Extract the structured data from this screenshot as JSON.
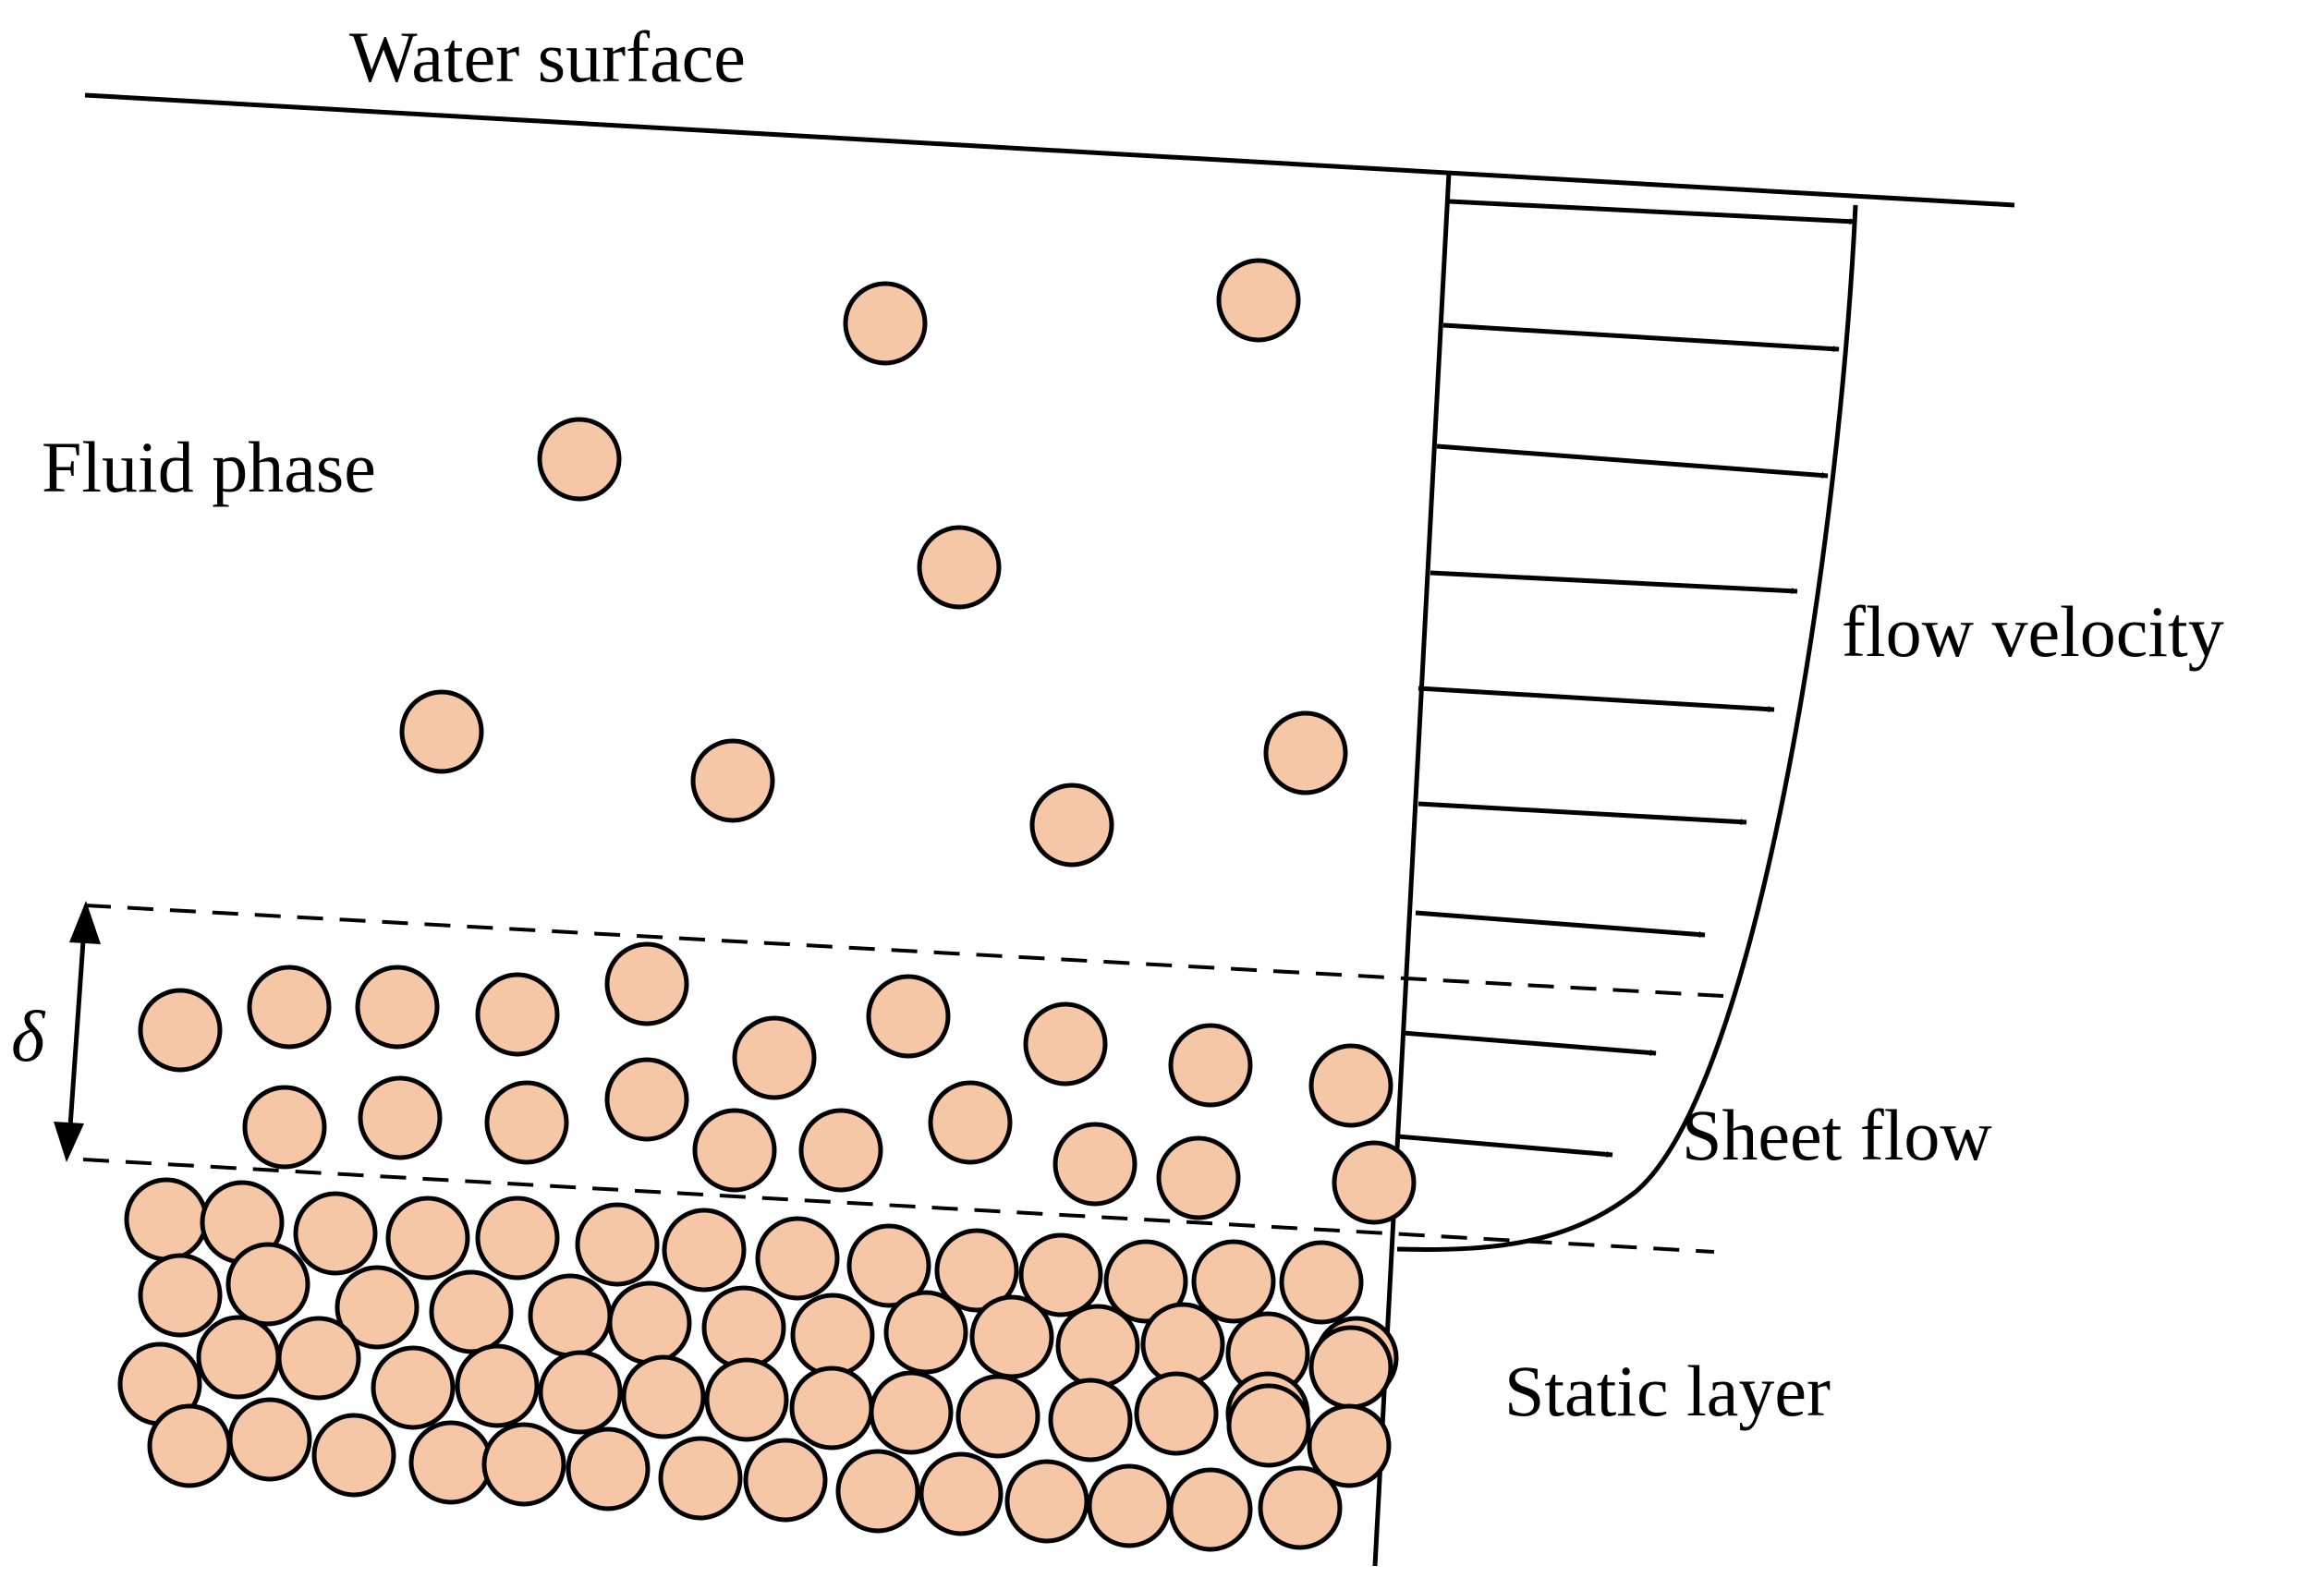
{
  "labels": {
    "water_surface": "Water surface",
    "fluid_phase": "Fluid phase",
    "flow_velocity": "flow velocity",
    "sheet_flow": "Sheet flow",
    "static_layer": "Static layer",
    "delta": "δ"
  },
  "colors": {
    "particle_fill": "#F6C7A6",
    "stroke": "#000000",
    "background": "#FFFFFF"
  }
}
